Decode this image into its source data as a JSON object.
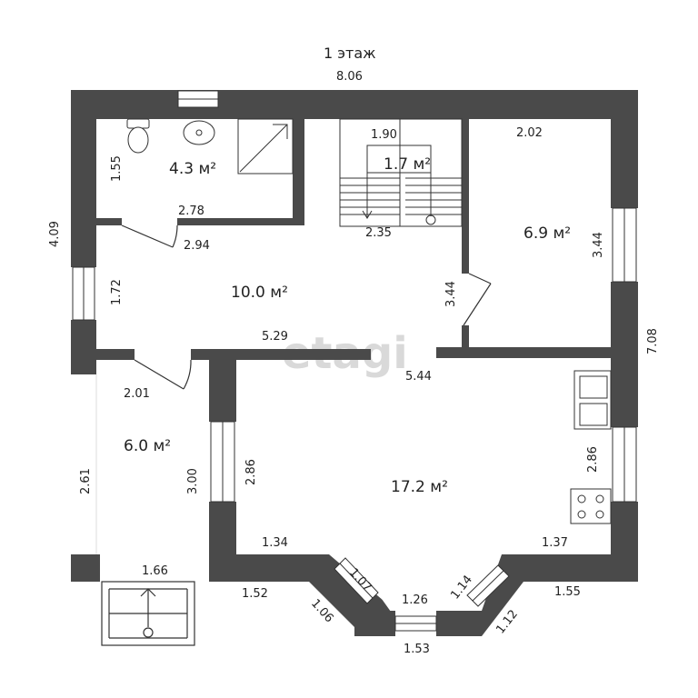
{
  "floor": {
    "title": "1 этаж",
    "total_width": "8.06"
  },
  "watermark": "etagi",
  "colors": {
    "wall": "#4a4a4a",
    "line": "#333333",
    "window": "#ffffff",
    "watermark": "#d9d9d9"
  },
  "rooms": [
    {
      "name": "bathroom",
      "area": "4.3 м²"
    },
    {
      "name": "stair-hall",
      "area": "1.7 м²"
    },
    {
      "name": "room-right",
      "area": "6.9 м²"
    },
    {
      "name": "hallway",
      "area": "10.0 м²"
    },
    {
      "name": "vestibule",
      "area": "6.0 м²"
    },
    {
      "name": "living-room",
      "area": "17.2 м²"
    }
  ],
  "dimensions": {
    "left_height": "4.09",
    "right_height": "7.08",
    "bath_height": "1.55",
    "bath_width": "2.78",
    "stair_width": "1.90",
    "stair_depth": "2.35",
    "room_right_width": "2.02",
    "room_right_height": "3.44",
    "hall_width_top": "2.94",
    "hall_height_left": "1.72",
    "hall_wall": "3.44",
    "hall_width_bottom": "5.29",
    "living_width": "5.44",
    "vest_width": "2.01",
    "vest_height": "2.61",
    "vest_wall": "3.00",
    "living_height_left": "2.86",
    "living_height_right": "2.86",
    "bay_left": "1.34",
    "bay_right": "1.37",
    "ext_left": "1.52",
    "ext_right": "1.55",
    "bay_diag_left_in": "1.07",
    "bay_diag_left_out": "1.06",
    "bay_center_in": "1.26",
    "bay_center_out": "1.53",
    "bay_diag_right_in": "1.14",
    "bay_diag_right_out": "1.12",
    "porch_width": "1.66"
  }
}
